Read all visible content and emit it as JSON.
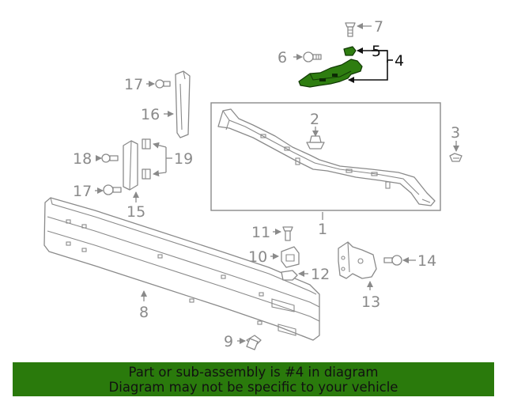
{
  "diagram": {
    "callouts": {
      "c1": "1",
      "c2": "2",
      "c3": "3",
      "c4": "4",
      "c5": "5",
      "c6": "6",
      "c7": "7",
      "c8": "8",
      "c9": "9",
      "c10": "10",
      "c11": "11",
      "c12": "12",
      "c13": "13",
      "c14": "14",
      "c15": "15",
      "c16": "16",
      "c17a": "17",
      "c17b": "17",
      "c18": "18",
      "c19": "19"
    },
    "highlight_color": "#2e7d10",
    "part_color": "#8a8a8a"
  },
  "banner": {
    "line1": "Part or sub-assembly is #4 in diagram",
    "line2": "Diagram may not be specific to your vehicle",
    "background": "#2a7a0c"
  }
}
